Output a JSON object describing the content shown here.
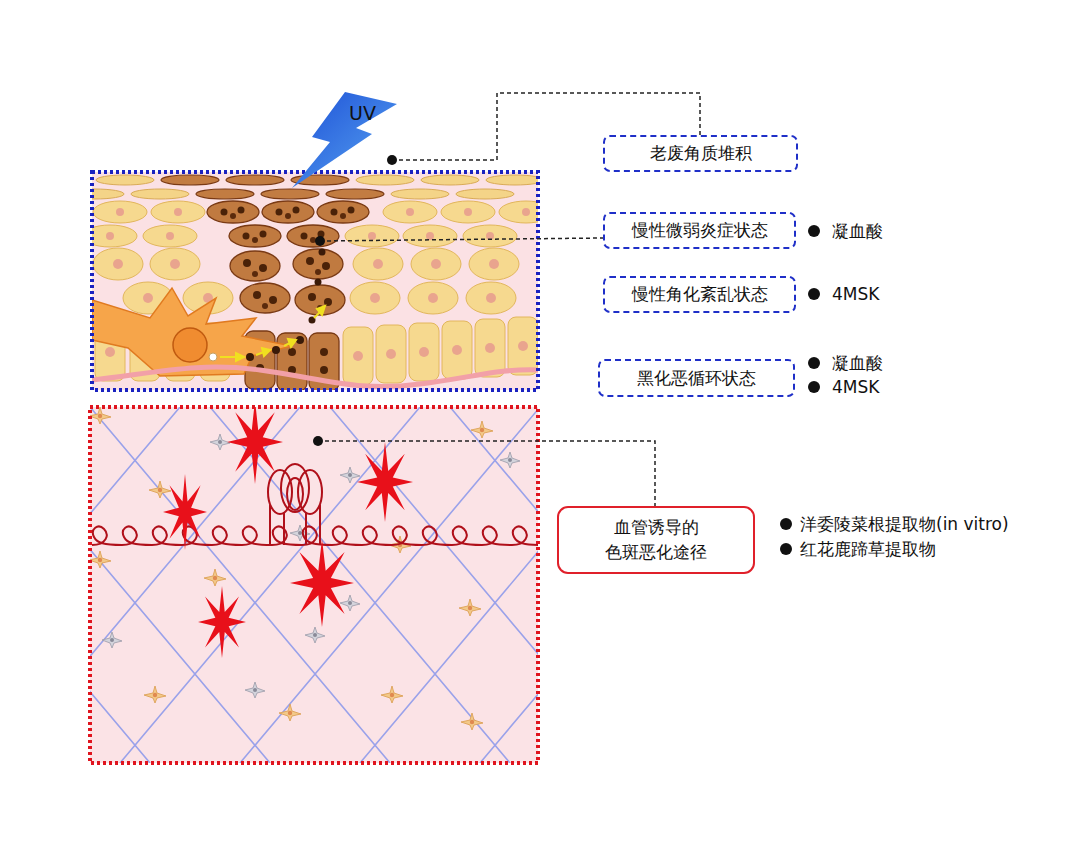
{
  "diagram": {
    "nodes": [
      {
        "text": [
          "老废角质堆积"
        ]
      },
      {
        "text": [
          "慢性微弱炎症状态"
        ]
      },
      {
        "text": [
          "慢性角化紊乱状态"
        ]
      },
      {
        "text": [
          "黑化恶循环状态"
        ]
      },
      {
        "text": [
          "血管诱导的 色斑恶化途径"
        ]
      }
    ],
    "labels": [
      "UV",
      "凝血酸",
      "4MSK",
      "凝血酸",
      "4MSK",
      "洋委陵菜根提取物(in vitro)",
      "红花鹿蹄草提取物"
    ]
  }
}
